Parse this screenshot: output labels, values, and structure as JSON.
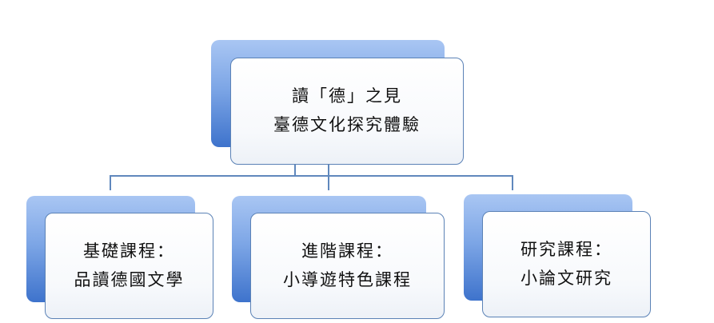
{
  "root": {
    "line1": "讀「德」之見",
    "line2": "臺德文化探究體驗"
  },
  "children": [
    {
      "line1": "基礎課程：",
      "line2": "品讀德國文學"
    },
    {
      "line1": "進階課程：",
      "line2": "小導遊特色課程"
    },
    {
      "line1": "研究課程：",
      "line2": "小論文研究"
    }
  ],
  "colors": {
    "accent_dark": "#3e73cc",
    "accent_light": "#a9c6f3",
    "border": "#5b82b6",
    "connector": "#6088bd"
  }
}
